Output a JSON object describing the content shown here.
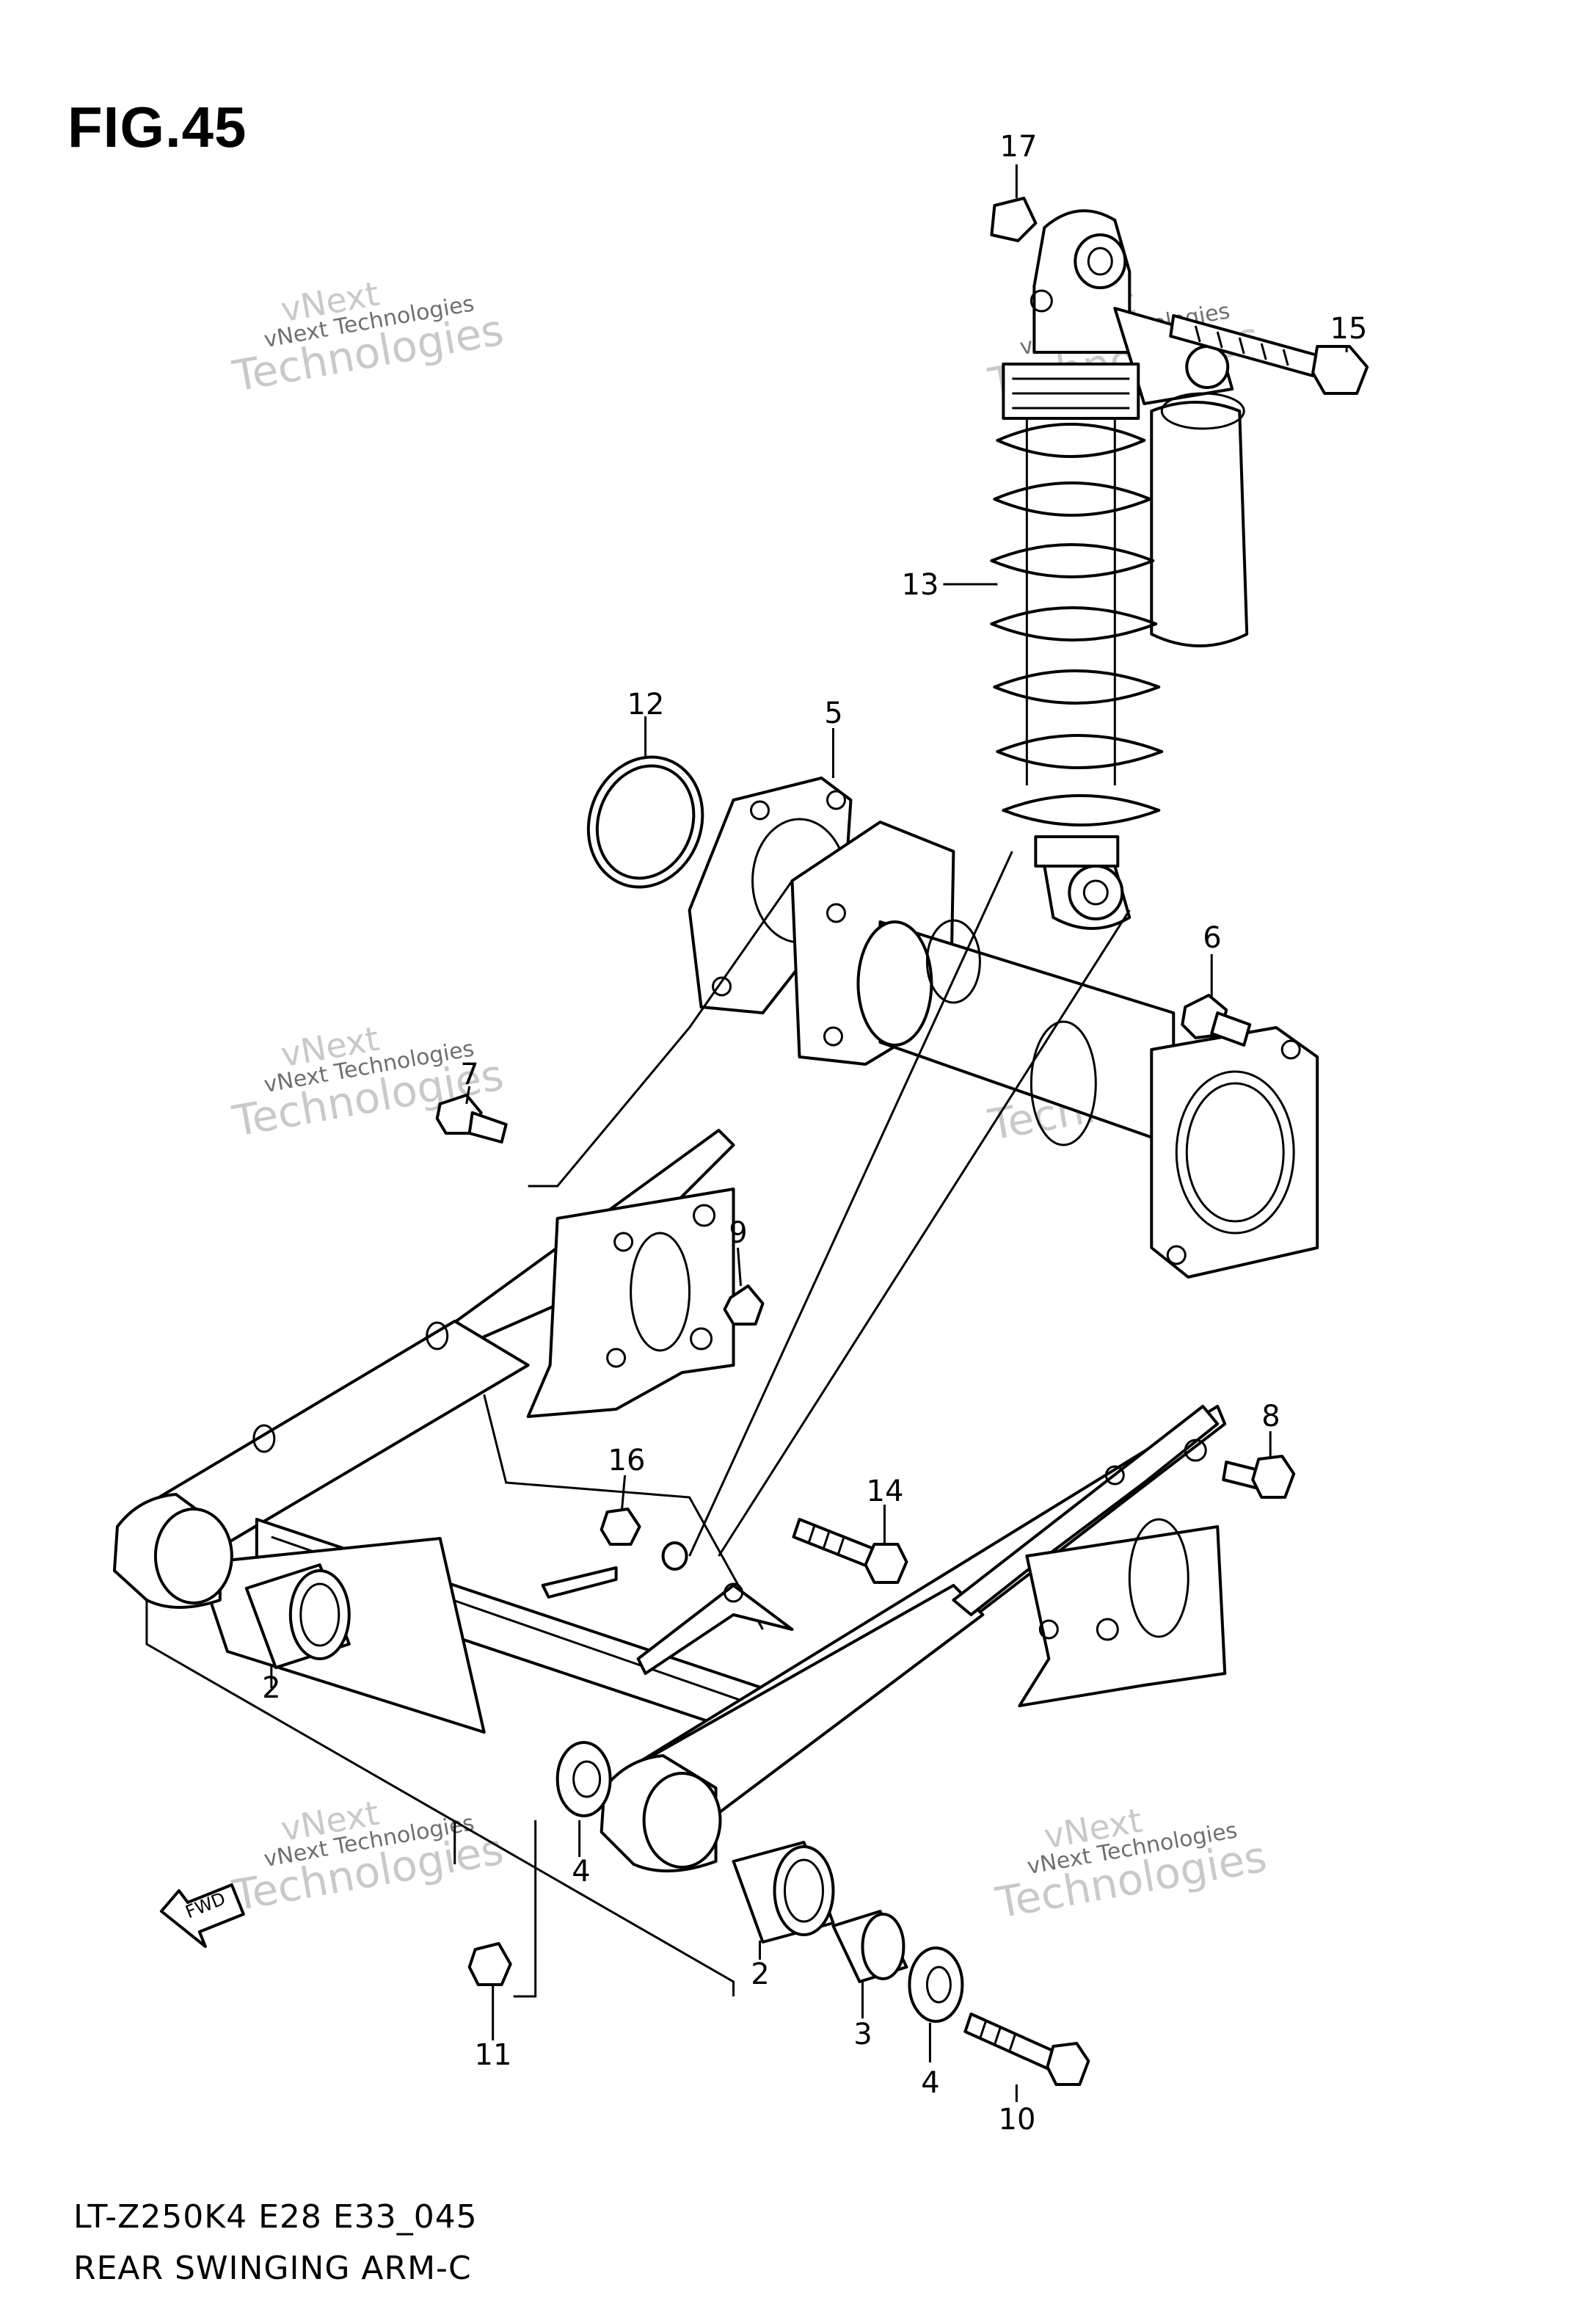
{
  "figure": {
    "title": "FIG.45"
  },
  "footer": {
    "model_code": "LT-Z250K4 E28 E33_045",
    "caption": "REAR SWINGING ARM-C"
  },
  "direction_arrow": {
    "label": "FWD"
  },
  "watermark": {
    "word": "vNext",
    "company": "vNext Technologies",
    "subword": "Technologies"
  },
  "callouts": [
    "17",
    "15",
    "13",
    "12",
    "5",
    "6",
    "7",
    "9",
    "8",
    "16",
    "14",
    "2",
    "4",
    "2",
    "3",
    "4",
    "10",
    "11"
  ]
}
